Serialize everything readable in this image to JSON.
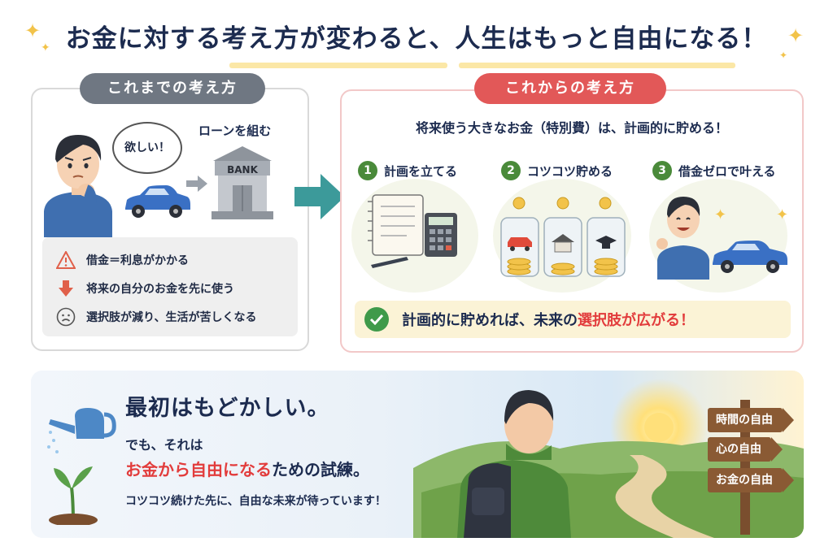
{
  "header": {
    "title": "お金に対する考え方が変わると、人生はもっと自由になる！"
  },
  "left_panel": {
    "label": "これまでの考え方",
    "bubble_text": "欲しい！",
    "loan_label": "ローンを組む",
    "bank_sign": "BANK",
    "points": [
      {
        "icon": "warning-icon",
        "text": "借金＝利息がかかる"
      },
      {
        "icon": "down-arrow-icon",
        "text": "将来の自分のお金を先に使う"
      },
      {
        "icon": "sad-face-icon",
        "text": "選択肢が減り、生活が苦しくなる"
      }
    ]
  },
  "right_panel": {
    "label": "これからの考え方",
    "subtitle": "将来使う大きなお金（特別費）は、計画的に貯める！",
    "steps": [
      {
        "num": "1",
        "label": "計画を立てる"
      },
      {
        "num": "2",
        "label": "コツコツ貯める"
      },
      {
        "num": "3",
        "label": "借金ゼロで叶える"
      }
    ],
    "result_pre": "計画的に貯めれば、未来の",
    "result_highlight": "選択肢が広がる！"
  },
  "bottom": {
    "title": "最初はもどかしい。",
    "line1": "でも、それは",
    "line2_highlight": "お金から自由になる",
    "line2_rest": "ための試練。",
    "line3": "コツコツ続けた先に、自由な未来が待っています！",
    "signs": [
      "時間の自由",
      "心の自由",
      "お金の自由"
    ]
  },
  "colors": {
    "title": "#1c2b4f",
    "accent_red": "#e25858",
    "accent_gray": "#6f7782",
    "step_green": "#4a8a3a",
    "highlight_red": "#e23c3c",
    "result_bg": "#fbf3d6"
  }
}
